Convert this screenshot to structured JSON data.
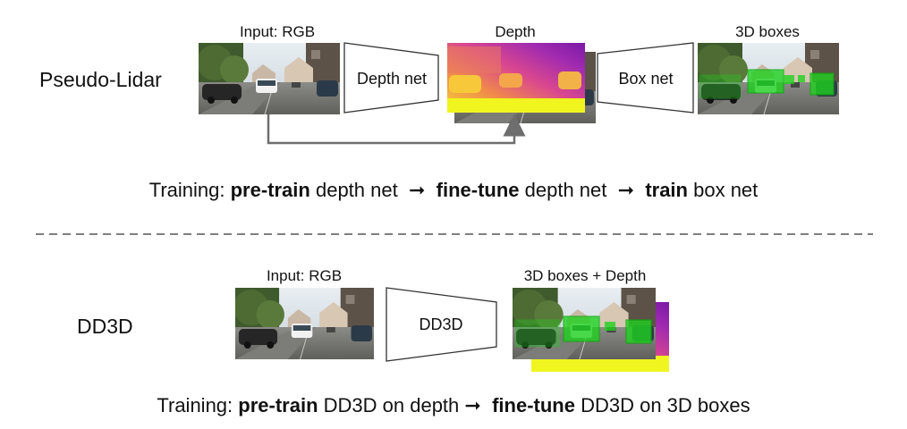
{
  "pseudo_lidar": {
    "label": "Pseudo-Lidar",
    "input_label": "Input: RGB",
    "depth_net_label": "Depth net",
    "depth_label": "Depth",
    "box_net_label": "Box net",
    "boxes_label": "3D boxes",
    "training": {
      "prefix": "Training: ",
      "s1_bold": "pre-train",
      "s1_rest": " depth net",
      "arrow1": "➞",
      "s2_bold": "fine-tune",
      "s2_rest": " depth net",
      "arrow2": "➞",
      "s3_bold": "train",
      "s3_rest": " box net"
    }
  },
  "dd3d": {
    "label": "DD3D",
    "input_label": "Input: RGB",
    "net_label": "DD3D",
    "output_label": "3D boxes + Depth",
    "training": {
      "prefix": "Training: ",
      "s1_bold": "pre-train",
      "s1_rest": " DD3D on depth",
      "arrow1": "➞",
      "s2_bold": "fine-tune",
      "s2_rest": " DD3D on 3D boxes"
    }
  },
  "colors": {
    "box_green": "#1fd21f",
    "depth_yellow": "#f0f51f",
    "depth_purple": "#8c1fa8",
    "arrow_gray": "#6e6e6e"
  }
}
